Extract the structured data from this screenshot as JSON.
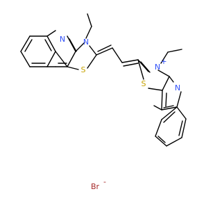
{
  "molecule": {
    "atom_labels": {
      "n_ring_upper": "N",
      "n_plus_upper": "N",
      "s_upper": "S",
      "s_lower": "S",
      "n_plus_lower": "N",
      "plus_charge": "+",
      "n_ring_lower": "N"
    },
    "counterion": {
      "label": "Br",
      "charge": "-"
    },
    "colors": {
      "bond": "#000000",
      "nitrogen": "#3050f8",
      "sulfur": "#c6a200",
      "bromine": "#a62929",
      "background": "#ffffff"
    }
  }
}
